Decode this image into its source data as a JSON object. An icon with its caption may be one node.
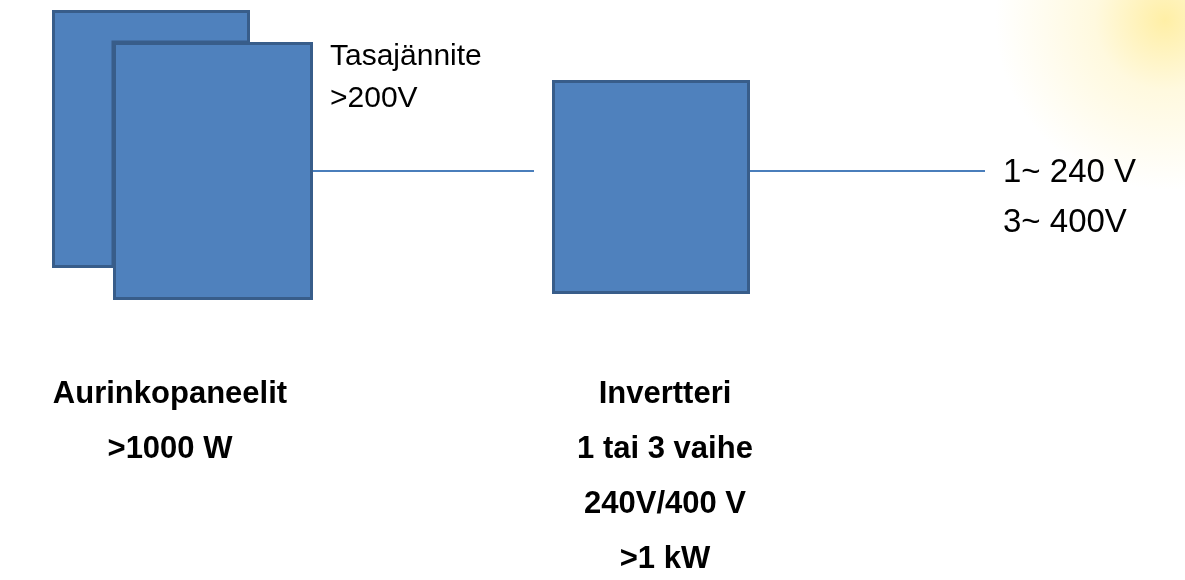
{
  "diagram": {
    "nodes": [
      {
        "text": [],
        "shape": "box"
      },
      {
        "text": [],
        "shape": "box",
        "beside": [
          "Aurinkopaneelit",
          ">1000 W"
        ]
      },
      {
        "text": [],
        "shape": "box",
        "beside": [
          "Invertteri",
          "1 tai 3 vaihe",
          "240V/400 V",
          ">1 kW"
        ]
      },
      {
        "text": [
          "1~ 240 V",
          "3~ 400V"
        ]
      }
    ],
    "edges": [
      {
        "from": 1,
        "to": 2,
        "arrow": "none",
        "label": "Tasajännite >200V"
      },
      {
        "from": 2,
        "to": 3,
        "arrow": "none"
      }
    ]
  }
}
